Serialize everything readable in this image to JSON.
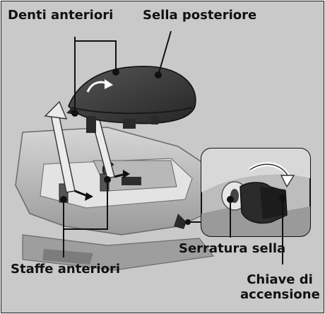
{
  "labels": {
    "front_teeth": "Denti anteriori",
    "rear_seat": "Sella posteriore",
    "seat_lock": "Serratura sella",
    "front_brackets": "Staffe anteriori",
    "ignition_key_line1": "Chiave di",
    "ignition_key_line2": "accensione"
  },
  "colors": {
    "background": "#c9c9c9",
    "seat": "#3a3a3a",
    "frame": "#1a1a1a",
    "callout_line": "#111111"
  },
  "icons": [
    "curved-arrow-icon",
    "lift-arrow-icon",
    "key-turn-arrow-icon"
  ]
}
